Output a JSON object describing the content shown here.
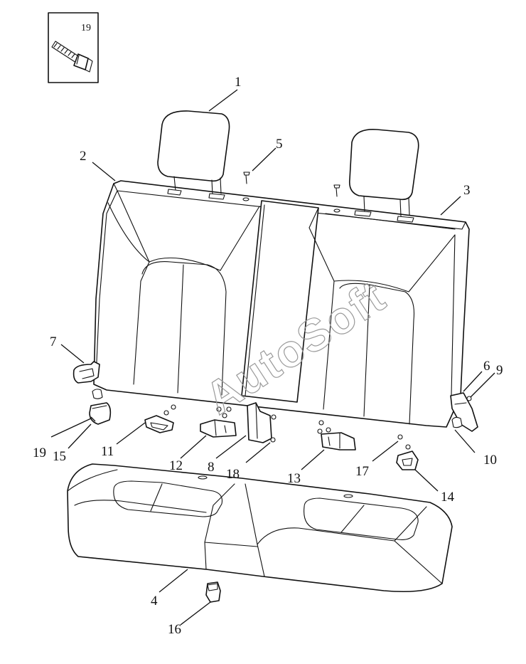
{
  "watermark": "AutoSoft",
  "inset": {
    "callout": "19"
  },
  "callouts": [
    {
      "id": "c1",
      "text": "1"
    },
    {
      "id": "c2",
      "text": "2"
    },
    {
      "id": "c3",
      "text": "3"
    },
    {
      "id": "c4",
      "text": "4"
    },
    {
      "id": "c5",
      "text": "5"
    },
    {
      "id": "c6",
      "text": "6"
    },
    {
      "id": "c7",
      "text": "7"
    },
    {
      "id": "c8",
      "text": "8"
    },
    {
      "id": "c9",
      "text": "9"
    },
    {
      "id": "c10",
      "text": "10"
    },
    {
      "id": "c11",
      "text": "11"
    },
    {
      "id": "c12",
      "text": "12"
    },
    {
      "id": "c13",
      "text": "13"
    },
    {
      "id": "c14",
      "text": "14"
    },
    {
      "id": "c15",
      "text": "15"
    },
    {
      "id": "c16",
      "text": "16"
    },
    {
      "id": "c17",
      "text": "17"
    },
    {
      "id": "c18",
      "text": "18"
    },
    {
      "id": "c19",
      "text": "19"
    }
  ]
}
